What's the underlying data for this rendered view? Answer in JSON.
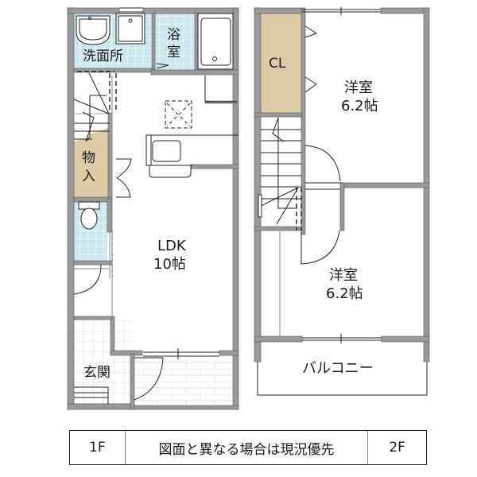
{
  "floor_plan": {
    "first_floor": {
      "rooms": {
        "washroom": "洗面所",
        "bath_line1": "浴",
        "bath_line2": "室",
        "storage_line1": "物",
        "storage_line2": "入",
        "ldk_name": "LDK",
        "ldk_size": "10帖",
        "entrance": "玄関"
      }
    },
    "second_floor": {
      "rooms": {
        "closet": "CL",
        "western_room_1_name": "洋室",
        "western_room_1_size": "6.2帖",
        "western_room_2_name": "洋室",
        "western_room_2_size": "6.2帖",
        "balcony": "バルコニー"
      }
    },
    "colors": {
      "wall": "#9a9a9a",
      "wet_area_tile": "#cbe7ef",
      "storage_fill": "#dccca6",
      "line": "#1a1a1a"
    }
  },
  "legend": {
    "left_floor": "1F",
    "note": "図面と異なる場合は現況優先",
    "right_floor": "2F"
  }
}
